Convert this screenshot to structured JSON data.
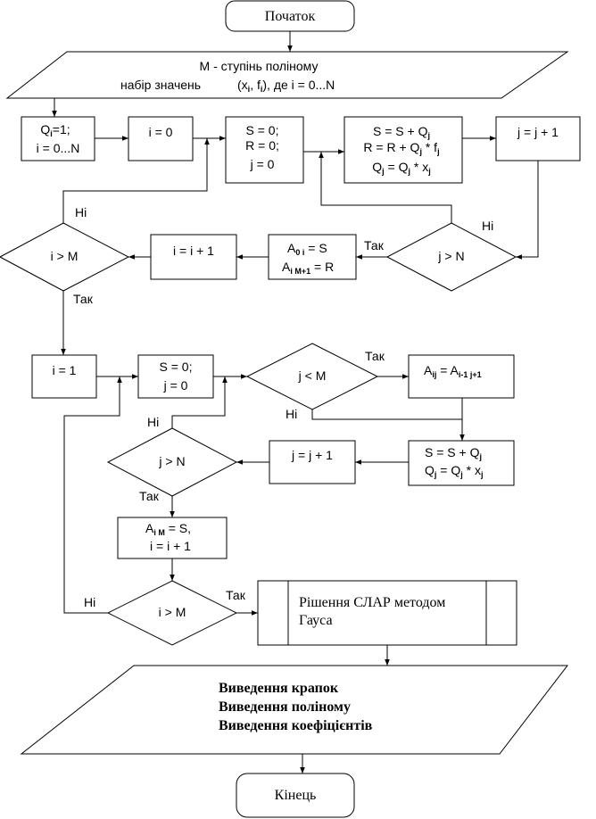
{
  "start": "Початок",
  "end": "Кінець",
  "input": {
    "line1": "М - ступінь поліному",
    "line2_prefix": "набір значень",
    "pair_x": "x",
    "pair_sub_i": "i",
    "pair_f": "f",
    "pair_tail": "),  де i = 0...N"
  },
  "init_q": {
    "q": "Q",
    "sub": "i",
    "rest": "=1;",
    "line2": "i = 0...N"
  },
  "set_i0": "i = 0",
  "init_s": [
    "S = 0;",
    "R = 0;",
    "j = 0"
  ],
  "accumulate": {
    "l1a": "S = S + Q",
    "l1sub": "j",
    "l2a": "R = R + Q",
    "l2sub": "j",
    "l2b": " * f",
    "l2sub2": "j",
    "l3a": "Q",
    "l3sub": "j",
    "l3b": " = Q",
    "l3sub2": "j",
    "l3c": " * x",
    "l3sub3": "j"
  },
  "inc_j_1": "j = j + 1",
  "cond_j_gt_n_1": "j > N",
  "assign_a": {
    "l1a": "A",
    "l1sub": "0 i",
    "l1b": " = S",
    "l2a": "A",
    "l2sub": "i M+1",
    "l2b": " = R"
  },
  "inc_i_1": "i = i + 1",
  "cond_i_gt_m_1": "i > M",
  "set_i1": "i = 1",
  "init_s2": [
    "S = 0;",
    "j = 0"
  ],
  "cond_j_lt_m": "j < M",
  "shift_a": {
    "a": "A",
    "sub": "ij",
    "b": " = A",
    "sub2": "i-1 j+1"
  },
  "accumulate2": {
    "l1a": "S = S + Q",
    "l1sub": "j",
    "l2a": "Q",
    "l2sub": "j",
    "l2b": " = Q",
    "l2sub2": "j",
    "l2c": " * x",
    "l2sub3": "j"
  },
  "inc_j_2": "j = j + 1",
  "cond_j_gt_n_2": "j > N",
  "assign_aim": {
    "a": "A",
    "sub": "i M",
    "b": " = S,",
    "line2": "i = i + 1"
  },
  "cond_i_gt_m_2": "i > M",
  "solve": [
    "Рішення СЛАР методом",
    "Гауса"
  ],
  "output": [
    "Виведення крапок",
    "Виведення поліному",
    "Виведення коефіцієнтів"
  ],
  "labels": {
    "yes": "Так",
    "no": "Ні"
  }
}
